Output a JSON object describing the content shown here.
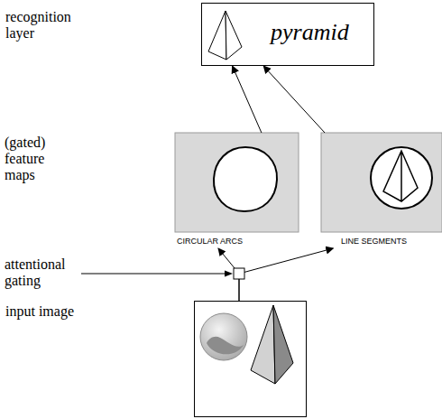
{
  "diagram": {
    "nodes": [
      {
        "text": [
          "recognition layer",
          "pyramid"
        ]
      },
      {
        "text": [
          "CIRCULAR ARCS"
        ]
      },
      {
        "text": [
          "LINE SEGMENTS"
        ]
      },
      {
        "text": [
          "input image"
        ]
      }
    ],
    "edges": [
      {
        "from": 1,
        "to": 0,
        "arrow": "to"
      },
      {
        "from": 2,
        "to": 0,
        "arrow": "to"
      },
      {
        "from": 3,
        "to": 1,
        "arrow": "to"
      },
      {
        "from": 3,
        "to": 2,
        "arrow": "to"
      }
    ],
    "labels": [
      "(gated) feature maps",
      "attentional gating"
    ]
  }
}
